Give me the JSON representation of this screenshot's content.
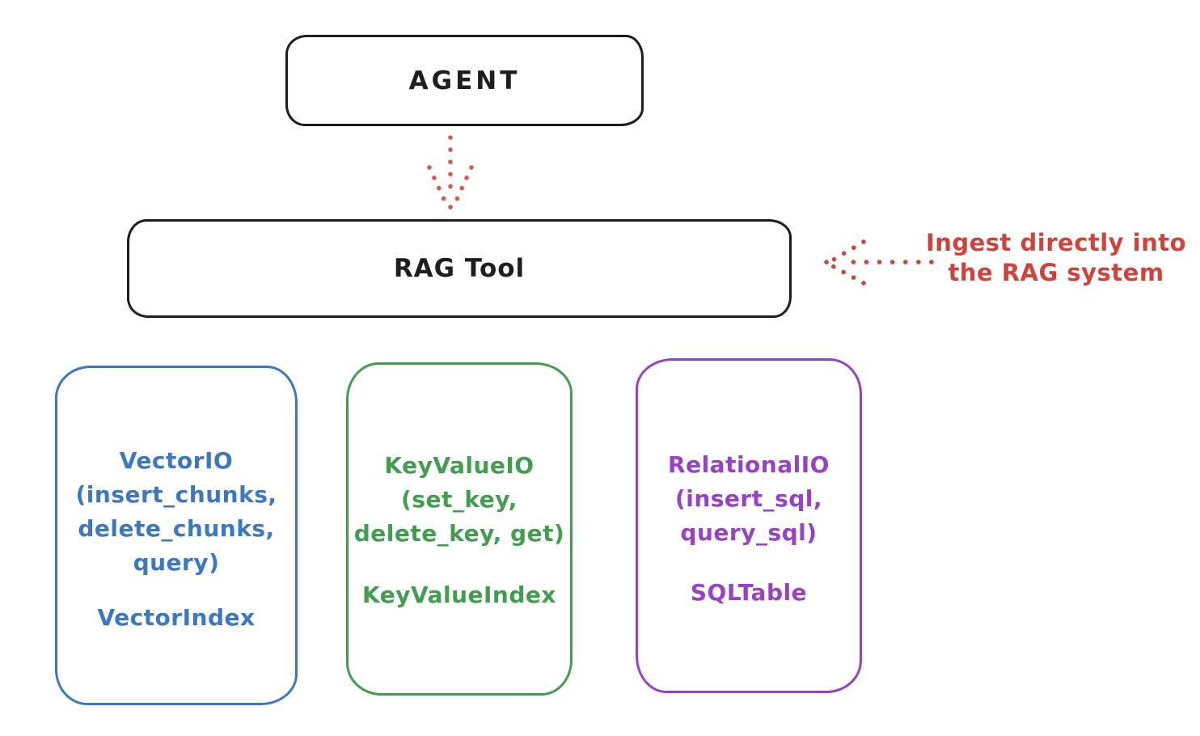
{
  "diagram": {
    "agent_box": {
      "label": "AGENT"
    },
    "rag_tool_box": {
      "label": "RAG Tool"
    },
    "annotation": {
      "line1": "Ingest directly into",
      "line2": "the RAG system"
    },
    "io_boxes": [
      {
        "name": "vector-io",
        "color": "#3b78c4",
        "lines": [
          "VectorIO",
          "(insert_chunks,",
          "delete_chunks,",
          "query)"
        ],
        "index_label": "VectorIndex"
      },
      {
        "name": "keyvalue-io",
        "color": "#429e4f",
        "lines": [
          "KeyValueIO",
          "(set_key,",
          "delete_key, get)"
        ],
        "index_label": "KeyValueIndex"
      },
      {
        "name": "relational-io",
        "color": "#9a3fc9",
        "lines": [
          "RelationalIO",
          "(insert_sql,",
          "query_sql)"
        ],
        "index_label": "SQLTable"
      }
    ],
    "colors": {
      "stroke_black": "#1e1e1e",
      "accent_red": "#d1423a",
      "accent_blue": "#3b78c4",
      "accent_green": "#429e4f",
      "accent_purple": "#9a3fc9",
      "background": "#ffffff"
    }
  }
}
